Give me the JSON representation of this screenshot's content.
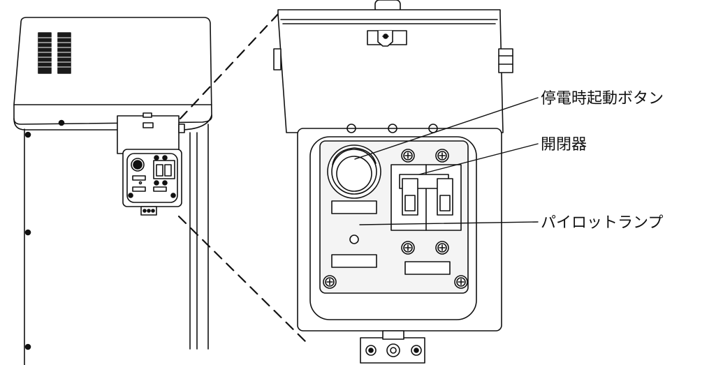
{
  "callouts": {
    "startup_button": "停電時起動ボタン",
    "switch": "開閉器",
    "pilot_lamp": "パイロットランプ"
  },
  "colors": {
    "line": "#111111",
    "fill": "#ffffff",
    "panel": "#f4f4f4",
    "vent": "#1a1a1a"
  }
}
